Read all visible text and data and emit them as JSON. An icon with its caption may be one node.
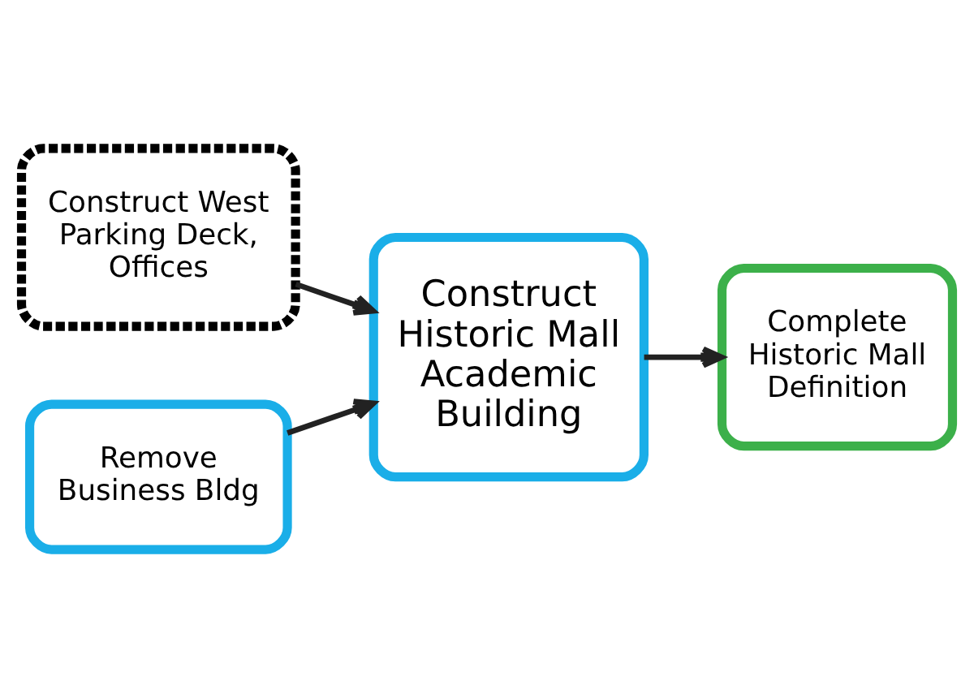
{
  "diagram": {
    "nodes": [
      {
        "text": [
          "Construct West Parking Deck, Offices"
        ]
      },
      {
        "text": [
          "Remove Business Bldg"
        ]
      },
      {
        "text": [
          "Construct Historic Mall Academic Building"
        ]
      },
      {
        "text": [
          "Complete Historic Mall Definition"
        ]
      }
    ],
    "edges": [
      {
        "from": 0,
        "to": 2,
        "arrow": "to"
      },
      {
        "from": 1,
        "to": 2,
        "arrow": "to"
      },
      {
        "from": 2,
        "to": 3,
        "arrow": "to"
      }
    ]
  }
}
